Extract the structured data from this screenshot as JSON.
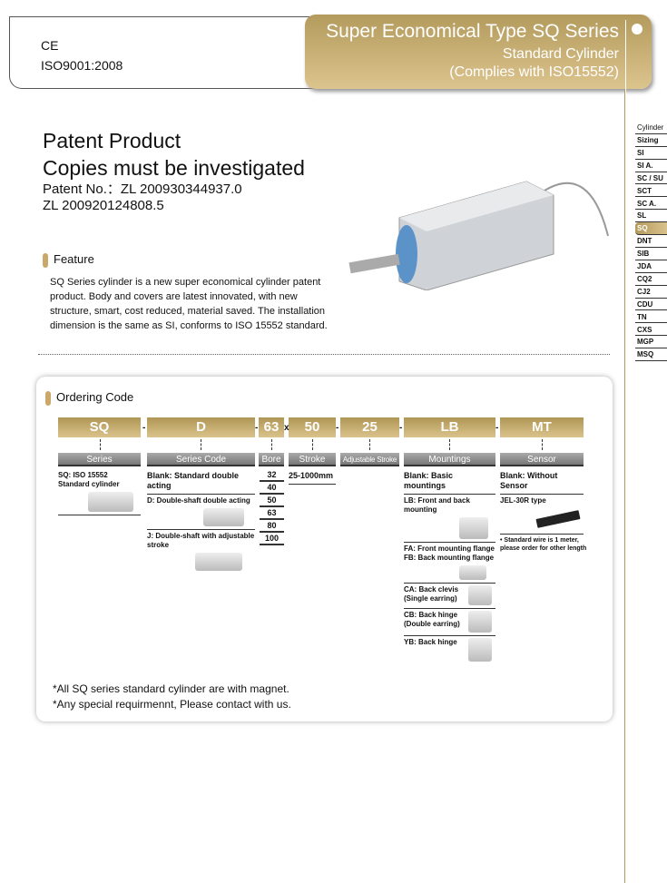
{
  "header": {
    "ce": "CE",
    "iso": "ISO9001:2008",
    "title": "Super Economical Type SQ Series",
    "subtitle1": "Standard Cylinder",
    "subtitle2": "(Complies with ISO15552)"
  },
  "patent": {
    "line1": "Patent Product",
    "line2": "Copies must be investigated",
    "no1": "Patent No.：ZL 200930344937.0",
    "no2": "ZL 200920124808.5"
  },
  "feature": {
    "title": "Feature",
    "text": "SQ Series cylinder is a new super economical cylinder patent product. Body and covers are latest innovated, with new structure, smart, cost reduced, material saved. The installation dimension is the same as SI, conforms to ISO 15552 standard."
  },
  "ordering": {
    "title": "Ordering Code",
    "codes": [
      "SQ",
      "D",
      "63",
      "50",
      "25",
      "LB",
      "MT"
    ],
    "seps": [
      "-",
      "-",
      "x",
      "-",
      "-",
      "-"
    ],
    "headers": [
      "Series",
      "Series Code",
      "Bore",
      "Stroke",
      "Adjustable Stroke",
      "Mountings",
      "Sensor"
    ],
    "series": "SQ: ISO 15552 Standard cylinder",
    "series_code": [
      "Blank: Standard double acting",
      "D: Double-shaft double acting",
      "J: Double-shaft with  adjustable stroke"
    ],
    "bores": [
      "32",
      "40",
      "50",
      "63",
      "80",
      "100"
    ],
    "stroke": "25-1000mm",
    "mountings": [
      "Blank: Basic mountings",
      "LB: Front and back mounting",
      "FA: Front mounting flange",
      "FB: Back mounting flange",
      "CA: Back clevis (Single earring)",
      "CB: Back hinge (Double earring)",
      "YB: Back hinge"
    ],
    "sensor": [
      "Blank: Without Sensor",
      "JEL-30R type",
      "• Standard wire is 1 meter, please order for other length"
    ],
    "notes": [
      "*All SQ series standard cylinder are with magnet.",
      "*Any special requirmennt, Please contact with us."
    ]
  },
  "sidebar": {
    "heading": "Cylinder",
    "items": [
      "Sizing",
      "SI",
      "SI A.",
      "SC / SU",
      "SCT",
      "SC A.",
      "SL",
      "SQ",
      "DNT",
      "SIB",
      "JDA",
      "CQ2",
      "CJ2",
      "CDU",
      "TN",
      "CXS",
      "MGP",
      "MSQ"
    ],
    "active": "SQ"
  }
}
